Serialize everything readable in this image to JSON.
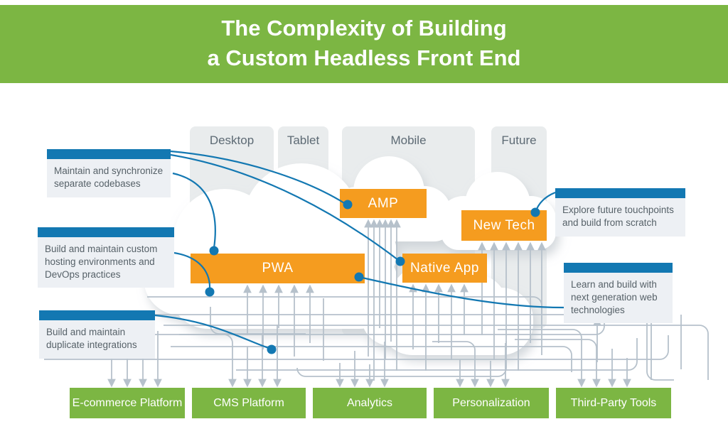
{
  "header": {
    "title_line1": "The Complexity of Building",
    "title_line2": "a Custom Headless Front End"
  },
  "columns": [
    {
      "id": "desktop",
      "label": "Desktop"
    },
    {
      "id": "tablet",
      "label": "Tablet"
    },
    {
      "id": "mobile",
      "label": "Mobile"
    },
    {
      "id": "future",
      "label": "Future"
    }
  ],
  "channels": [
    {
      "id": "amp",
      "label": "AMP"
    },
    {
      "id": "pwa",
      "label": "PWA"
    },
    {
      "id": "native-app",
      "label": "Native App"
    },
    {
      "id": "new-tech",
      "label": "New Tech"
    }
  ],
  "callouts": [
    {
      "id": "codebases",
      "text": "Maintain and synchronize separate codebases"
    },
    {
      "id": "hosting",
      "text": "Build and maintain custom hosting environments and DevOps practices"
    },
    {
      "id": "integrations",
      "text": "Build and maintain duplicate integrations"
    },
    {
      "id": "touchpoints",
      "text": "Explore future touchpoints and build from scratch"
    },
    {
      "id": "nextgen",
      "text": "Learn and build with next generation web technologies"
    }
  ],
  "platforms": [
    {
      "id": "ecommerce",
      "label": "E-commerce Platform"
    },
    {
      "id": "cms",
      "label": "CMS Platform"
    },
    {
      "id": "analytics",
      "label": "Analytics"
    },
    {
      "id": "personalization",
      "label": "Personalization"
    },
    {
      "id": "third-party",
      "label": "Third-Party Tools"
    }
  ],
  "connections": [
    {
      "from": "callout codebases",
      "to": "AMP"
    },
    {
      "from": "callout codebases",
      "to": "Native App"
    },
    {
      "from": "callout codebases",
      "to": "PWA"
    },
    {
      "from": "callout hosting",
      "to": "PWA"
    },
    {
      "from": "callout integrations",
      "to": "integration lines"
    },
    {
      "from": "PWA",
      "to": "callout nextgen"
    },
    {
      "from": "New Tech",
      "to": "callout touchpoints"
    }
  ],
  "colors": {
    "green": "#7cb643",
    "orange": "#f59c1f",
    "blue": "#1378b2",
    "column_bg": "#e9eced",
    "callout_bg": "#edf0f4",
    "line_gray": "#b6c1cb",
    "text_dark": "#5d6a74",
    "white": "#ffffff"
  }
}
